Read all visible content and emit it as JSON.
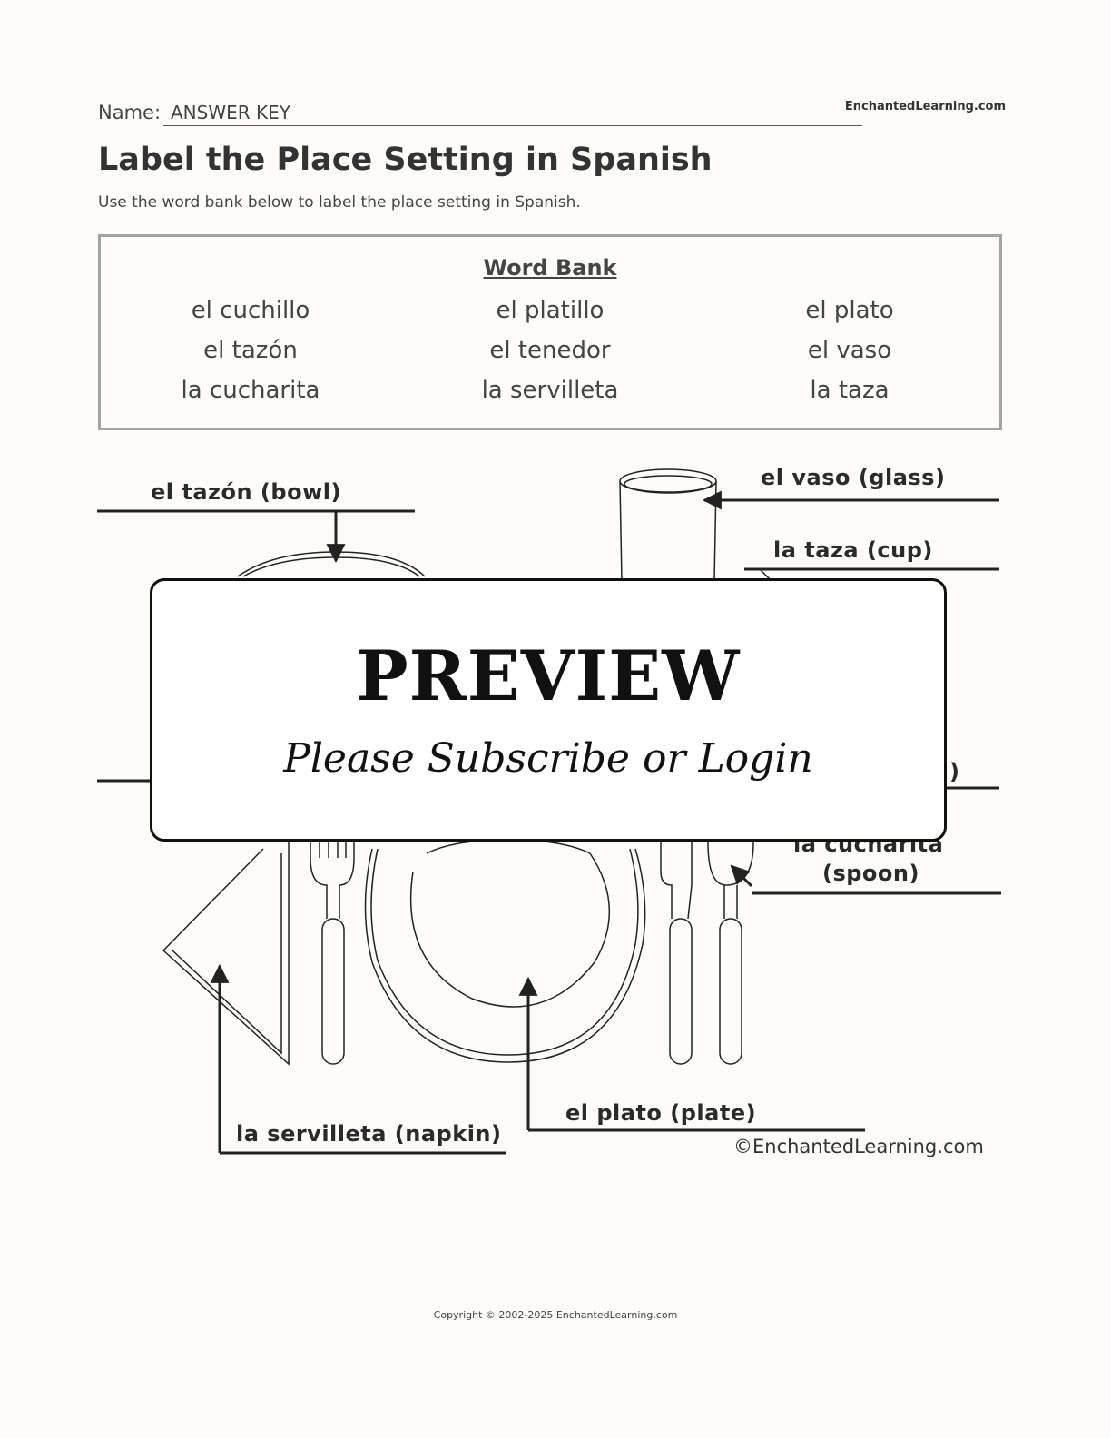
{
  "header": {
    "name_label": "Name:",
    "name_value": "ANSWER KEY",
    "brand": "EnchantedLearning.com"
  },
  "title": "Label the Place Setting in Spanish",
  "instructions": "Use the word bank below to label the place setting in Spanish.",
  "word_bank": {
    "title": "Word Bank",
    "rows": [
      [
        "el cuchillo",
        "el platillo",
        "el plato"
      ],
      [
        "el tazón",
        "el tenedor",
        "el vaso"
      ],
      [
        "la cucharita",
        "la servilleta",
        "la taza"
      ]
    ]
  },
  "diagram": {
    "labels": {
      "bowl": "el tazón (bowl)",
      "glass": "el vaso (glass)",
      "cup": "la taza (cup)",
      "spoon_partial": "la cucharita",
      "spoon_en": "(spoon)",
      "napkin": "la servilleta (napkin)",
      "plate": "el plato (plate)",
      "hidden_partial": ")"
    },
    "image_copyright": "©EnchantedLearning.com"
  },
  "preview": {
    "title": "PREVIEW",
    "subtitle": "Please Subscribe or Login"
  },
  "footer": {
    "copyright": "Copyright © 2002-2025 EnchantedLearning.com"
  }
}
